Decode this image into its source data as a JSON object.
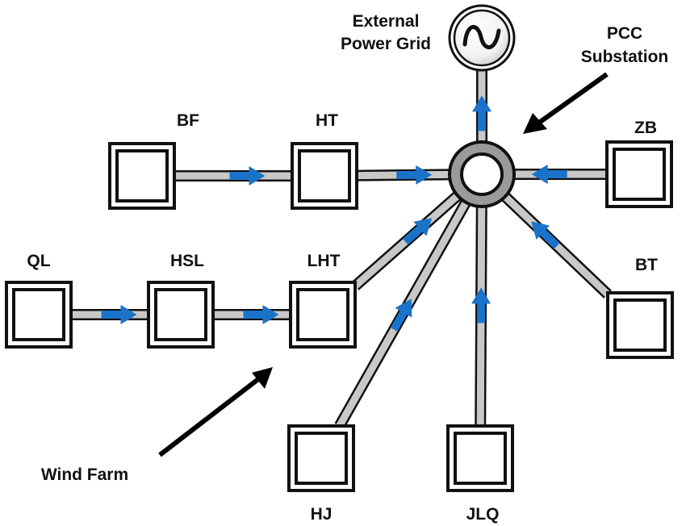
{
  "diagram": {
    "title": "",
    "colors": {
      "line_fill": "#c8c8c8",
      "line_stroke": "#111111",
      "flow_arrow": "#1a73c9",
      "substation_ring": "#9a9a9a",
      "pointer_arrow": "#000000"
    },
    "external_grid": {
      "label_line1": "External",
      "label_line2": "Power Grid",
      "icon": "ac-sine-source-icon"
    },
    "pcc": {
      "label_line1": "PCC",
      "label_line2": "Substation"
    },
    "annotation_wind_farm": "Wind Farm",
    "wind_farms": [
      {
        "id": "BF",
        "label": "BF"
      },
      {
        "id": "HT",
        "label": "HT"
      },
      {
        "id": "ZB",
        "label": "ZB"
      },
      {
        "id": "QL",
        "label": "QL"
      },
      {
        "id": "HSL",
        "label": "HSL"
      },
      {
        "id": "LHT",
        "label": "LHT"
      },
      {
        "id": "BT",
        "label": "BT"
      },
      {
        "id": "HJ",
        "label": "HJ"
      },
      {
        "id": "JLQ",
        "label": "JLQ"
      }
    ],
    "connections": [
      {
        "from": "BF",
        "to": "HT",
        "flow": "BF→HT"
      },
      {
        "from": "HT",
        "to": "PCC",
        "flow": "HT→PCC"
      },
      {
        "from": "ZB",
        "to": "PCC",
        "flow": "ZB→PCC"
      },
      {
        "from": "QL",
        "to": "HSL",
        "flow": "QL→HSL"
      },
      {
        "from": "HSL",
        "to": "LHT",
        "flow": "HSL→LHT"
      },
      {
        "from": "LHT",
        "to": "PCC",
        "flow": "LHT→PCC"
      },
      {
        "from": "HJ",
        "to": "PCC",
        "flow": "HJ→PCC"
      },
      {
        "from": "JLQ",
        "to": "PCC",
        "flow": "JLQ→PCC"
      },
      {
        "from": "BT",
        "to": "PCC",
        "flow": "BT→PCC"
      },
      {
        "from": "PCC",
        "to": "Grid",
        "flow": "PCC→Grid"
      }
    ]
  }
}
